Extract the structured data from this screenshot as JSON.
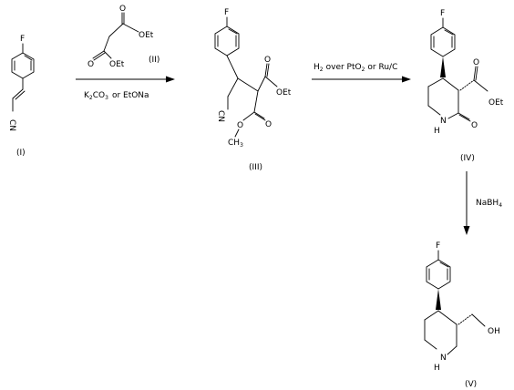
{
  "scheme": {
    "atoms": {
      "fluorine": "F",
      "nitrile": "CN",
      "ethoxy": "OEt",
      "oxygen": "O",
      "methyl_c": "CH",
      "methyl_sub": "3",
      "nh": "H",
      "n": "N",
      "hydroxyl": "OH"
    },
    "compounds": {
      "c1": "(I)",
      "c2": "(II)",
      "c3": "(III)",
      "c4": "(IV)",
      "c5": "(V)"
    },
    "arrows": {
      "a1_base_k": "K",
      "a1_base_sub1": "2",
      "a1_base_co": "CO",
      "a1_base_sub2": "3",
      "a1_base_rest": "or EtONa",
      "a2_h": "H",
      "a2_h_sub": "2",
      "a2_over": "over PtO",
      "a2_pt_sub": "2",
      "a2_rest": "or Ru/C",
      "a3_reagent": "NaBH",
      "a3_sub": "4"
    }
  }
}
